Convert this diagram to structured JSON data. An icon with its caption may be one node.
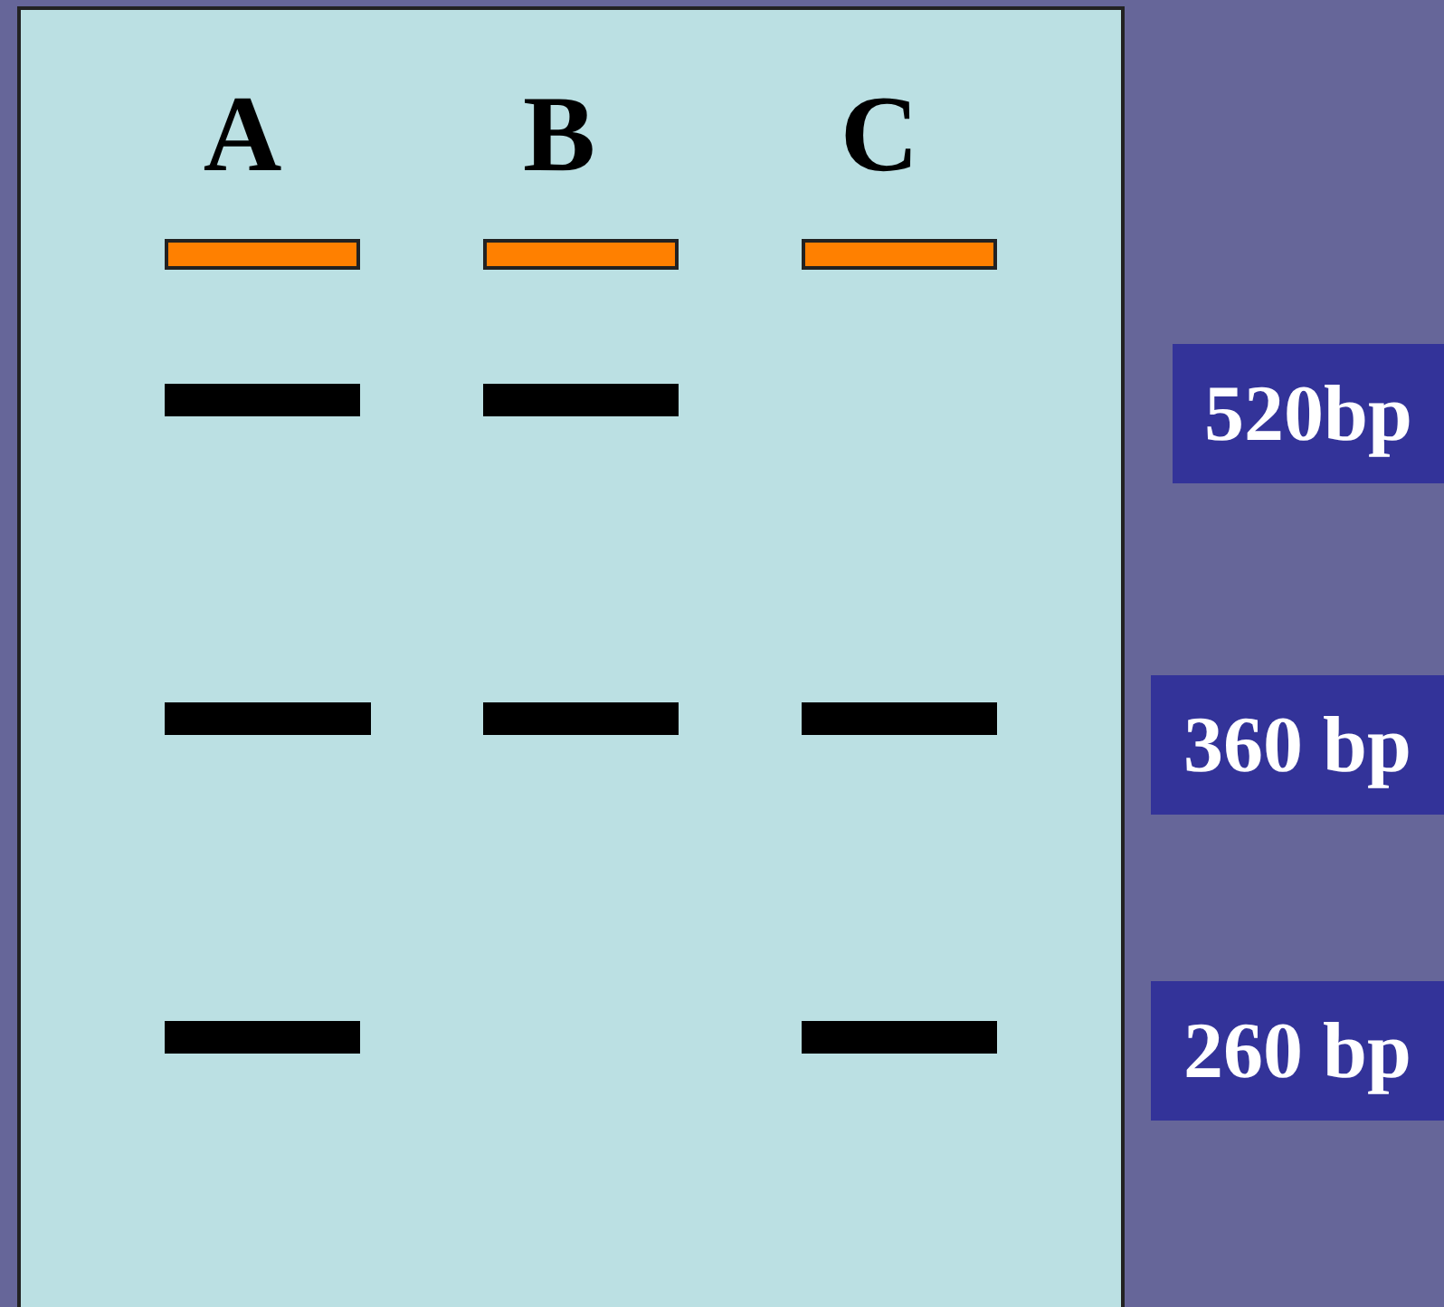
{
  "diagram": {
    "nodes": [
      {
        "text": [
          "520bp"
        ]
      },
      {
        "text": [
          "360 bp"
        ]
      },
      {
        "text": [
          "260 bp"
        ]
      }
    ],
    "labels": [
      "A",
      "B",
      "C"
    ]
  }
}
